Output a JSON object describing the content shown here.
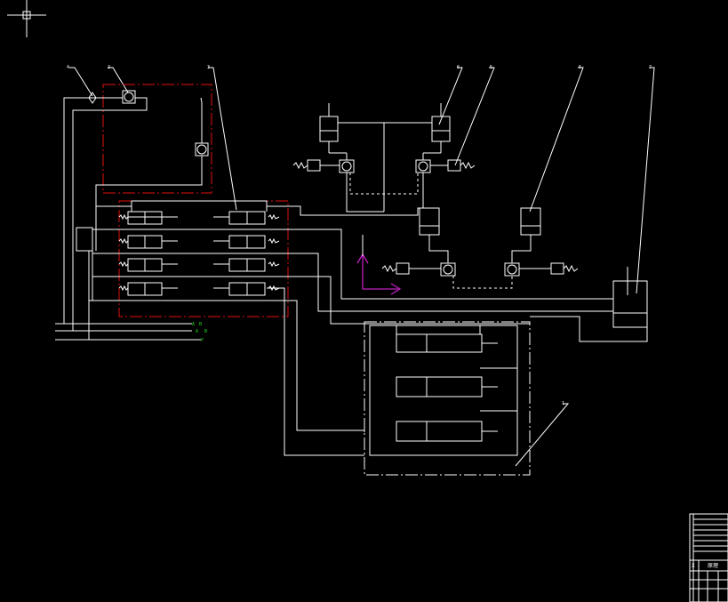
{
  "drawing": {
    "background": "#000000",
    "line_color": "#ffffff",
    "group_border_color": "#e01010",
    "ucs_icon_color": "#c020c0",
    "port_marker_color": "#20e020"
  },
  "callouts": [
    "4",
    "2",
    "3",
    "6",
    "5",
    "6",
    "7",
    "1"
  ],
  "port_markers": [
    "A",
    "B",
    "A",
    "B",
    "P"
  ],
  "title_block": {
    "mark_label": "X",
    "name_label": "原理"
  },
  "icons": {
    "crosshair": "crosshair-cursor-icon",
    "ucs": "ucs-axis-icon"
  }
}
